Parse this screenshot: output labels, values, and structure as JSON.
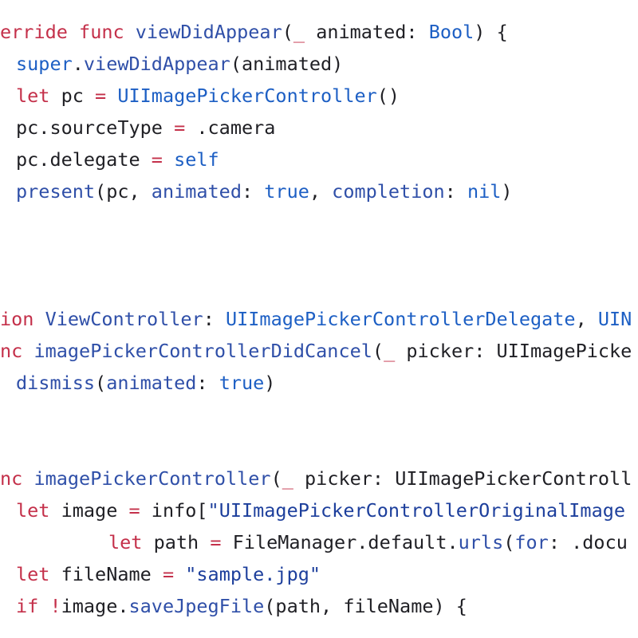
{
  "colors": {
    "background": "#ffffff",
    "plain": "#1f1f24",
    "keyword": "#c4304a",
    "function": "#2f4fa8",
    "type": "#1d5fc4",
    "string": "#1d3f9c"
  },
  "lines": [
    {
      "indent": 0,
      "tokens": [
        {
          "t": "erride",
          "c": "kw"
        },
        {
          "t": " ",
          "c": "plain"
        },
        {
          "t": "func",
          "c": "kw"
        },
        {
          "t": " ",
          "c": "plain"
        },
        {
          "t": "viewDidAppear",
          "c": "fn"
        },
        {
          "t": "(",
          "c": "plain"
        },
        {
          "t": "_",
          "c": "kw"
        },
        {
          "t": " animated: ",
          "c": "plain"
        },
        {
          "t": "Bool",
          "c": "type"
        },
        {
          "t": ") {",
          "c": "plain"
        }
      ]
    },
    {
      "indent": 20,
      "tokens": [
        {
          "t": "super",
          "c": "type"
        },
        {
          "t": ".",
          "c": "plain"
        },
        {
          "t": "viewDidAppear",
          "c": "fn"
        },
        {
          "t": "(animated)",
          "c": "plain"
        }
      ]
    },
    {
      "indent": 20,
      "tokens": [
        {
          "t": "let",
          "c": "kw"
        },
        {
          "t": " pc ",
          "c": "plain"
        },
        {
          "t": "=",
          "c": "op"
        },
        {
          "t": " ",
          "c": "plain"
        },
        {
          "t": "UIImagePickerController",
          "c": "type"
        },
        {
          "t": "()",
          "c": "plain"
        }
      ]
    },
    {
      "indent": 20,
      "tokens": [
        {
          "t": "pc.sourceType ",
          "c": "plain"
        },
        {
          "t": "=",
          "c": "op"
        },
        {
          "t": " .camera",
          "c": "plain"
        }
      ]
    },
    {
      "indent": 20,
      "tokens": [
        {
          "t": "pc.delegate ",
          "c": "plain"
        },
        {
          "t": "=",
          "c": "op"
        },
        {
          "t": " ",
          "c": "plain"
        },
        {
          "t": "self",
          "c": "type"
        }
      ]
    },
    {
      "indent": 20,
      "tokens": [
        {
          "t": "present",
          "c": "fn"
        },
        {
          "t": "(pc, ",
          "c": "plain"
        },
        {
          "t": "animated",
          "c": "fn"
        },
        {
          "t": ": ",
          "c": "plain"
        },
        {
          "t": "true",
          "c": "type"
        },
        {
          "t": ", ",
          "c": "plain"
        },
        {
          "t": "completion",
          "c": "fn"
        },
        {
          "t": ": ",
          "c": "plain"
        },
        {
          "t": "nil",
          "c": "type"
        },
        {
          "t": ")",
          "c": "plain"
        }
      ]
    },
    {
      "indent": 0,
      "tokens": []
    },
    {
      "indent": 0,
      "tokens": []
    },
    {
      "indent": 0,
      "tokens": []
    },
    {
      "indent": 0,
      "tokens": [
        {
          "t": "ion",
          "c": "kw"
        },
        {
          "t": " ",
          "c": "plain"
        },
        {
          "t": "ViewController",
          "c": "fn"
        },
        {
          "t": ": ",
          "c": "plain"
        },
        {
          "t": "UIImagePickerControllerDelegate",
          "c": "type"
        },
        {
          "t": ", ",
          "c": "plain"
        },
        {
          "t": "UIN",
          "c": "type"
        }
      ]
    },
    {
      "indent": 0,
      "tokens": [
        {
          "t": "nc",
          "c": "kw"
        },
        {
          "t": " ",
          "c": "plain"
        },
        {
          "t": "imagePickerControllerDidCancel",
          "c": "fn"
        },
        {
          "t": "(",
          "c": "plain"
        },
        {
          "t": "_",
          "c": "kw"
        },
        {
          "t": " picker: UIImagePicke",
          "c": "plain"
        }
      ]
    },
    {
      "indent": 20,
      "tokens": [
        {
          "t": "dismiss",
          "c": "fn"
        },
        {
          "t": "(",
          "c": "plain"
        },
        {
          "t": "animated",
          "c": "fn"
        },
        {
          "t": ": ",
          "c": "plain"
        },
        {
          "t": "true",
          "c": "type"
        },
        {
          "t": ")",
          "c": "plain"
        }
      ]
    },
    {
      "indent": 0,
      "tokens": []
    },
    {
      "indent": 0,
      "tokens": []
    },
    {
      "indent": 0,
      "tokens": [
        {
          "t": "nc",
          "c": "kw"
        },
        {
          "t": " ",
          "c": "plain"
        },
        {
          "t": "imagePickerController",
          "c": "fn"
        },
        {
          "t": "(",
          "c": "plain"
        },
        {
          "t": "_",
          "c": "kw"
        },
        {
          "t": " picker: UIImagePickerControll",
          "c": "plain"
        }
      ]
    },
    {
      "indent": 20,
      "tokens": [
        {
          "t": "let",
          "c": "kw"
        },
        {
          "t": " image ",
          "c": "plain"
        },
        {
          "t": "=",
          "c": "op"
        },
        {
          "t": " info[",
          "c": "plain"
        },
        {
          "t": "\"UIImagePickerControllerOriginalImage",
          "c": "str"
        }
      ]
    },
    {
      "indent": 136,
      "tokens": [
        {
          "t": "let",
          "c": "kw"
        },
        {
          "t": " path ",
          "c": "plain"
        },
        {
          "t": "=",
          "c": "op"
        },
        {
          "t": " FileManager.default.",
          "c": "plain"
        },
        {
          "t": "urls",
          "c": "fn"
        },
        {
          "t": "(",
          "c": "plain"
        },
        {
          "t": "for",
          "c": "fn"
        },
        {
          "t": ": .docu",
          "c": "plain"
        }
      ]
    },
    {
      "indent": 20,
      "tokens": [
        {
          "t": "let",
          "c": "kw"
        },
        {
          "t": " fileName ",
          "c": "plain"
        },
        {
          "t": "=",
          "c": "op"
        },
        {
          "t": " ",
          "c": "plain"
        },
        {
          "t": "\"sample.jpg\"",
          "c": "str"
        }
      ]
    },
    {
      "indent": 20,
      "tokens": [
        {
          "t": "if",
          "c": "kw"
        },
        {
          "t": " ",
          "c": "plain"
        },
        {
          "t": "!",
          "c": "op"
        },
        {
          "t": "image.",
          "c": "plain"
        },
        {
          "t": "saveJpegFile",
          "c": "fn"
        },
        {
          "t": "(path, fileName) {",
          "c": "plain"
        }
      ]
    }
  ]
}
